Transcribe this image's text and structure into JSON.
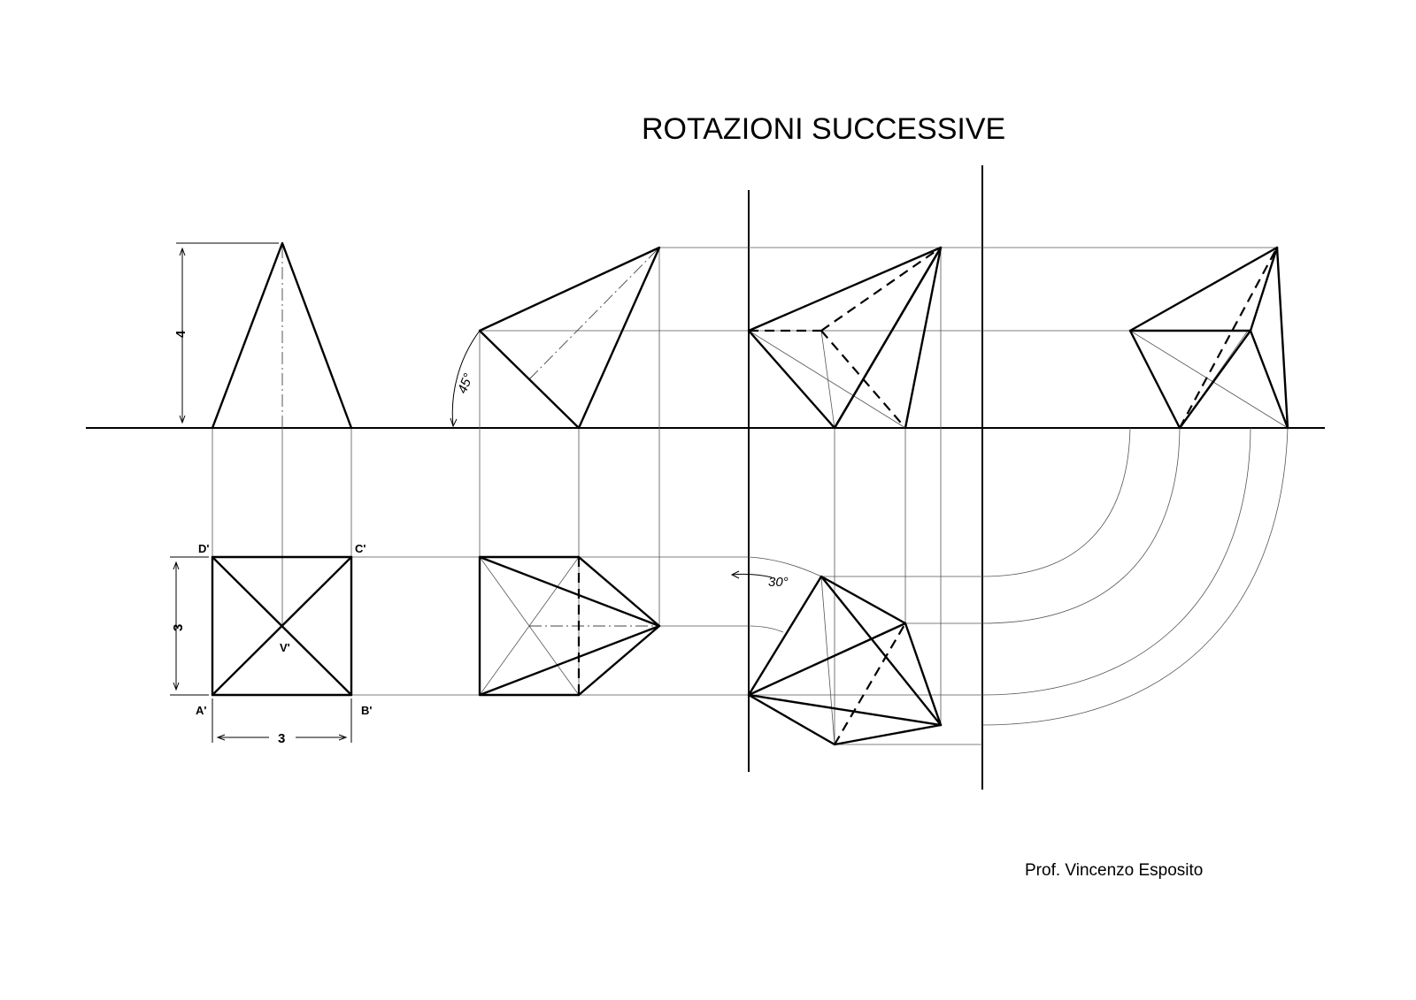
{
  "title": "ROTAZIONI SUCCESSIVE",
  "author": "Prof. Vincenzo Esposito",
  "vertex_labels": {
    "a": "A'",
    "b": "B'",
    "c": "C'",
    "d": "D'",
    "v": "V'"
  },
  "dimensions": {
    "height": "4",
    "side_vertical": "3",
    "side_horizontal": "3"
  },
  "angles": {
    "first_rotation": "45°",
    "second_rotation": "30°"
  }
}
